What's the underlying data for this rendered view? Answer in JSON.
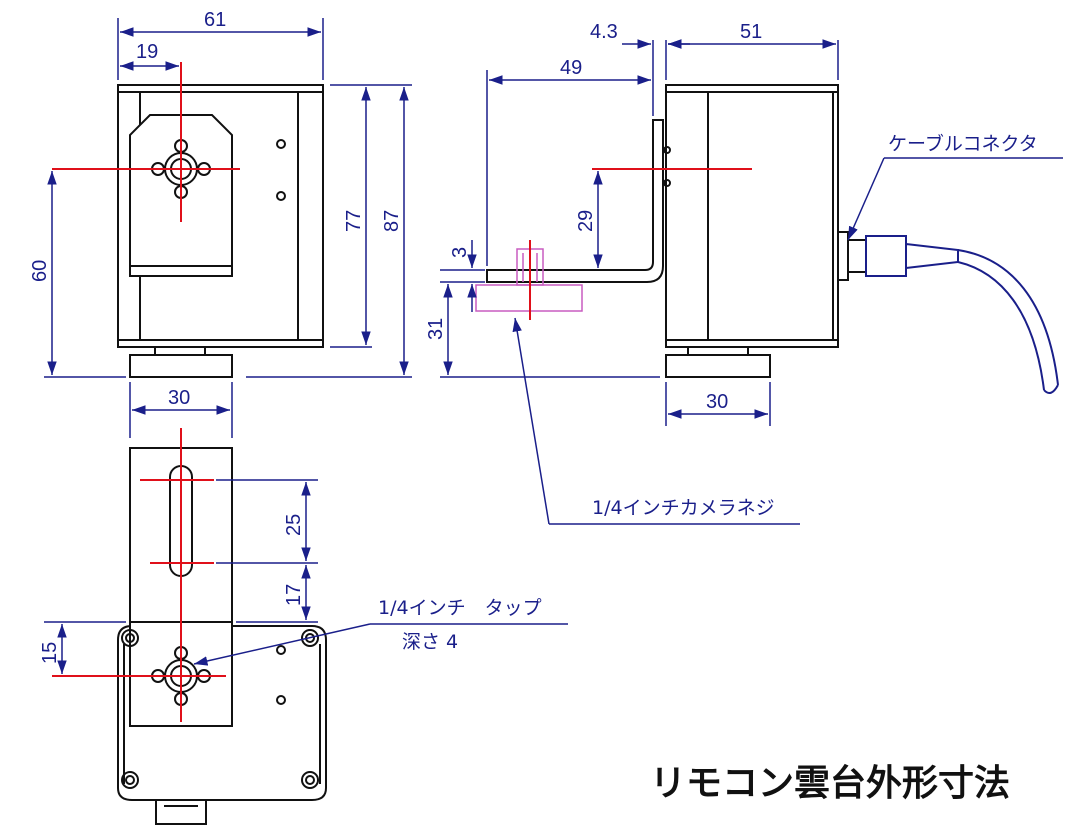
{
  "title": "リモコン雲台外形寸法",
  "dimensions": {
    "top_width": "61",
    "top_offset": "19",
    "height_77": "77",
    "height_87": "87",
    "height_60": "60",
    "base_width_front": "30",
    "depth_51": "51",
    "offset_4_3": "4.3",
    "bracket_49": "49",
    "bracket_29": "29",
    "plate_3": "3",
    "mount_31": "31",
    "base_width_side": "30",
    "slot_25": "25",
    "slot_17": "17",
    "hole_15": "15"
  },
  "labels": {
    "cable_connector": "ケーブルコネクタ",
    "camera_screw": "1/4インチカメラネジ",
    "tap_line1": "1/4インチ　タップ",
    "tap_line2": "深さ 4"
  },
  "colors": {
    "dimension": "#1a1f8a",
    "centerline": "#e0101a",
    "outline": "#111111",
    "camera_ghost": "#c85cc0"
  }
}
